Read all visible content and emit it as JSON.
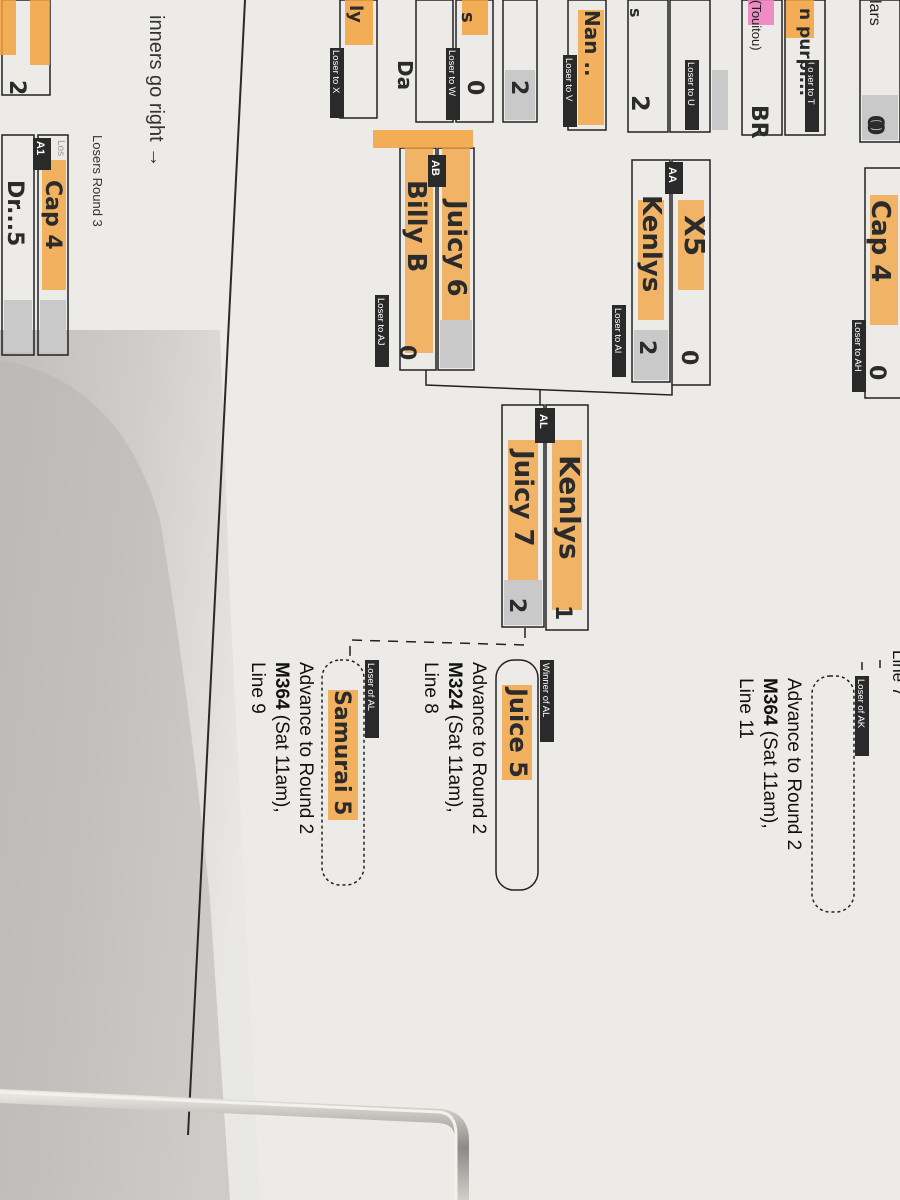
{
  "colors": {
    "paper": "#ecebe8",
    "shadow": "#bdbab7",
    "ink": "#1c1c1c",
    "highlighter": "#f3a23c",
    "tag_bg": "#2a2a2a",
    "score_cell": "#c9c9c9",
    "pink_highlight": "#ef82c0",
    "pen": "#2b2b2b"
  },
  "losers_bracket": {
    "header_partial": "inners go right →",
    "round_label": "Losers Round 3",
    "top_fragment_left": "s",
    "top_fragment_right": "s",
    "match_a1": {
      "tag": "A1",
      "partial_label": "Los",
      "entries": [
        {
          "name_handwritten": "Cap 4"
        },
        {
          "name_handwritten": "Dr...5"
        }
      ]
    },
    "top_col": {
      "partial_name_1": "ly",
      "partial_name_2": "Nan ..",
      "handwritten_scores": [
        "2",
        "0",
        "2"
      ]
    },
    "loser_labels": {
      "x": "Loser to X",
      "w": "Loser to W",
      "v": "Loser to V",
      "u": "Loser to U",
      "t": "Loser to T",
      "ah": "Loser to AH",
      "ai": "Loser to AI",
      "aj": "Loser to AJ"
    },
    "partial_top_names": [
      "lars",
      "n purpl...",
      "(Touitou)",
      "BR"
    ],
    "match_ab": {
      "tag": "AB",
      "entries": [
        {
          "name_handwritten": "Juicy 6",
          "score": "0"
        },
        {
          "name_handwritten": "Billy B",
          "score": ""
        }
      ]
    },
    "match_aa": {
      "tag": "AA",
      "entries": [
        {
          "name_handwritten": "X5",
          "score": "0"
        },
        {
          "name_handwritten": "Kenlys",
          "score": "2"
        }
      ]
    },
    "match_ah_top": {
      "name_handwritten": "Cap 4",
      "scores": [
        "0",
        "0"
      ]
    },
    "match_al": {
      "tag": "AL",
      "entries": [
        {
          "name_handwritten": "Kenlys",
          "score": "1"
        },
        {
          "name_handwritten": "Juicy 7",
          "score": "2"
        }
      ]
    },
    "winner_al": {
      "tag": "Winner of AL",
      "name_handwritten": "Juice 5",
      "advance": "Advance to Round 2",
      "match": "M324",
      "detail": " (Sat 11am),",
      "line": "Line 8"
    },
    "loser_al": {
      "tag": "Loser of AL",
      "name_handwritten": "Samurai 5",
      "advance": "Advance to Round 2",
      "match": "M364",
      "detail": " (Sat 11am),",
      "line": "Line 9"
    },
    "loser_ak": {
      "tag": "Loser of AK",
      "advance": "Advance to Round 2",
      "match": "M364",
      "detail": " (Sat 11am),",
      "line": "Line 11",
      "top_partial": "Line 7"
    }
  }
}
